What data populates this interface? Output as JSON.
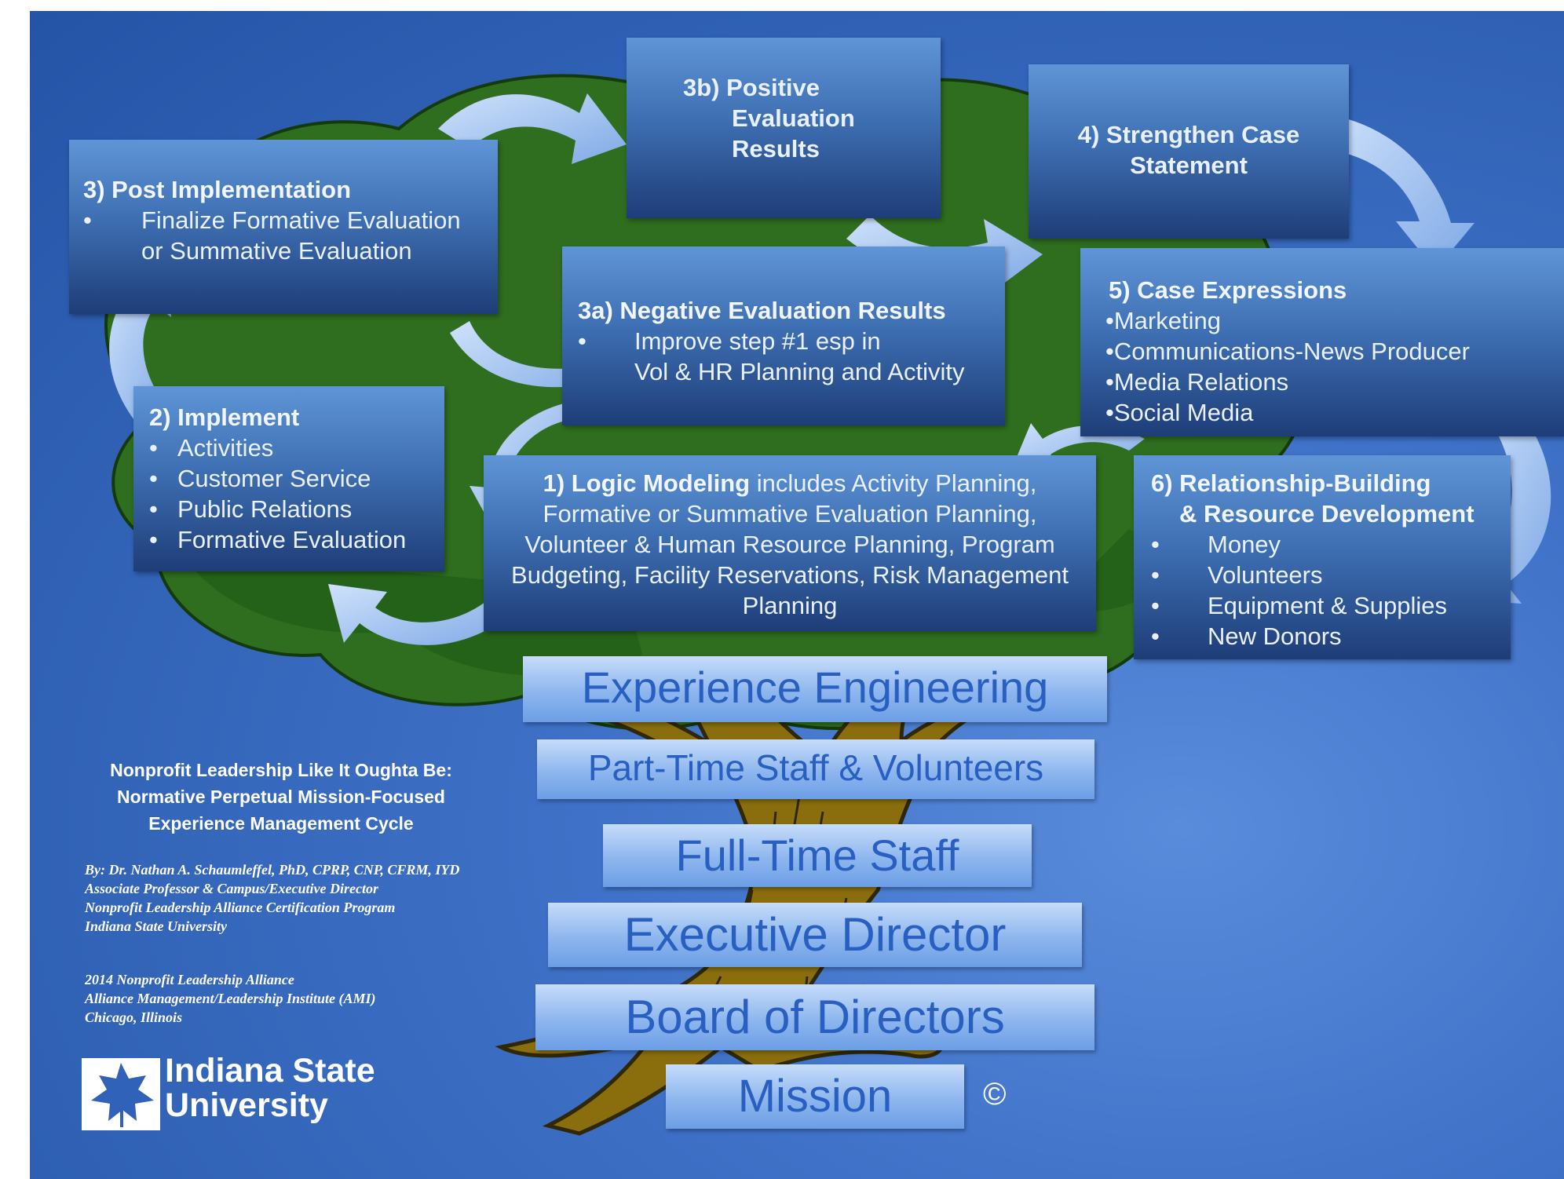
{
  "colors": {
    "background": "#2f62b8",
    "box_top": "#5f95d6",
    "box_bottom": "#1e3d78",
    "bar_text": "#2a5fc2",
    "tree_canopy": "#2e6e1e",
    "tree_trunk": "#8a6f10"
  },
  "steps": {
    "post_implementation": {
      "title": "3) Post Implementation",
      "items": [
        "Finalize Formative Evaluation",
        "or Summative Evaluation"
      ]
    },
    "positive_results": {
      "line1": "3b) Positive",
      "line2": "Evaluation",
      "line3": "Results"
    },
    "strengthen_case": {
      "line1": "4) Strengthen Case",
      "line2": "Statement"
    },
    "negative_results": {
      "title": "3a) Negative Evaluation Results",
      "item1": "Improve step #1 esp in",
      "item2": "Vol & HR Planning and Activity"
    },
    "case_expressions": {
      "title": "5) Case Expressions",
      "items": [
        "•Marketing",
        "•Communications-News Producer",
        "•Media Relations",
        "•Social Media"
      ]
    },
    "implement": {
      "title": "2) Implement",
      "items": [
        "Activities",
        "Customer Service",
        "Public Relations",
        "Formative Evaluation"
      ]
    },
    "logic_modeling": {
      "title": "1) Logic Modeling",
      "text": " includes Activity Planning, Formative or Summative Evaluation Planning, Volunteer & Human Resource Planning, Program Budgeting, Facility Reservations, Risk Management Planning"
    },
    "relationship_building": {
      "title1": "6) Relationship-Building",
      "title2": "& Resource Development",
      "items": [
        "Money",
        "Volunteers",
        "Equipment & Supplies",
        "New Donors"
      ]
    }
  },
  "foundation": {
    "experience_engineering": "Experience Engineering",
    "part_time": "Part-Time Staff & Volunteers",
    "full_time": "Full-Time Staff",
    "executive_director": "Executive Director",
    "board": "Board of Directors",
    "mission": "Mission",
    "copyright": "©"
  },
  "credits": {
    "title_lines": [
      "Nonprofit Leadership Like It Oughta Be:",
      "Normative Perpetual Mission-Focused",
      "Experience Management Cycle"
    ],
    "author_lines": [
      "By: Dr. Nathan A. Schaumleffel, PhD, CPRP, CNP, CFRM, IYD",
      "Associate Professor & Campus/Executive Director",
      "Nonprofit Leadership Alliance Certification Program",
      "Indiana State University"
    ],
    "event_lines": [
      "2014 Nonprofit Leadership Alliance",
      "Alliance Management/Leadership Institute (AMI)",
      "Chicago, Illinois"
    ],
    "logo_line1": "Indiana State",
    "logo_line2": "University"
  }
}
